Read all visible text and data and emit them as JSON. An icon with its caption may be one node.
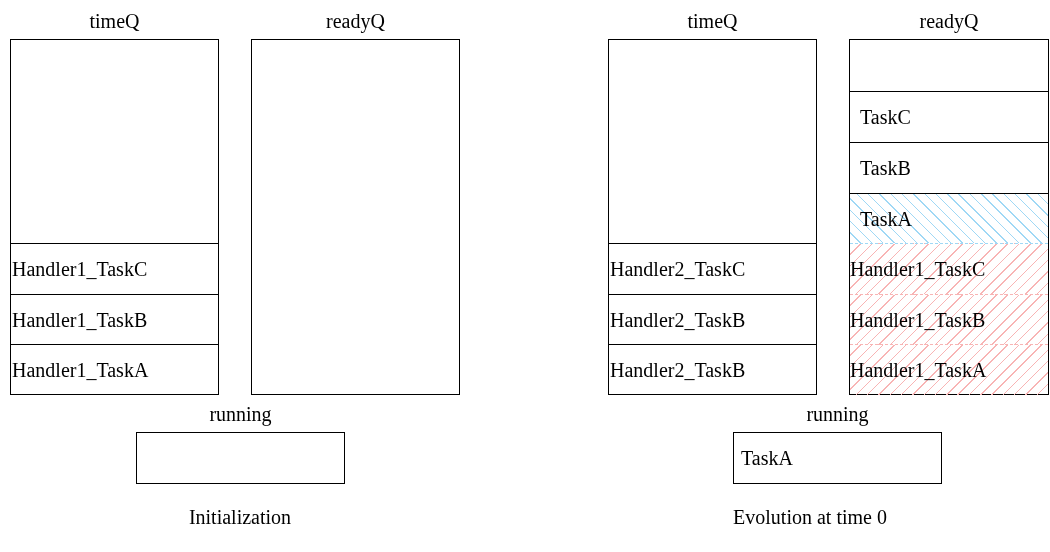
{
  "diagram": {
    "nodes": [
      {
        "text": [
          "timeQ"
        ]
      },
      {
        "text": [
          "Handler1_TaskC"
        ],
        "in": 0
      },
      {
        "text": [
          "Handler1_TaskB"
        ],
        "in": 0
      },
      {
        "text": [
          "Handler1_TaskA"
        ],
        "in": 0
      },
      {
        "text": [
          "readyQ"
        ]
      },
      {
        "text": [
          "running"
        ]
      },
      {
        "text": [
          "timeQ"
        ]
      },
      {
        "text": [
          "Handler2_TaskC"
        ],
        "in": 6
      },
      {
        "text": [
          "Handler2_TaskB"
        ],
        "in": 6
      },
      {
        "text": [
          "Handler2_TaskB"
        ],
        "in": 6
      },
      {
        "text": [
          "readyQ"
        ]
      },
      {
        "text": [
          "TaskC"
        ],
        "in": 10
      },
      {
        "text": [
          "TaskB"
        ],
        "in": 10
      },
      {
        "text": [
          "TaskA"
        ],
        "in": 10
      },
      {
        "text": [
          "Handler1_TaskC"
        ],
        "in": 10
      },
      {
        "text": [
          "Handler1_TaskB"
        ],
        "in": 10
      },
      {
        "text": [
          "Handler1_TaskA"
        ],
        "in": 10
      },
      {
        "text": [
          "running"
        ]
      },
      {
        "text": [
          "TaskA"
        ],
        "in": 17
      }
    ],
    "labels": [
      "Initialization",
      "Evolution at time 0"
    ]
  }
}
